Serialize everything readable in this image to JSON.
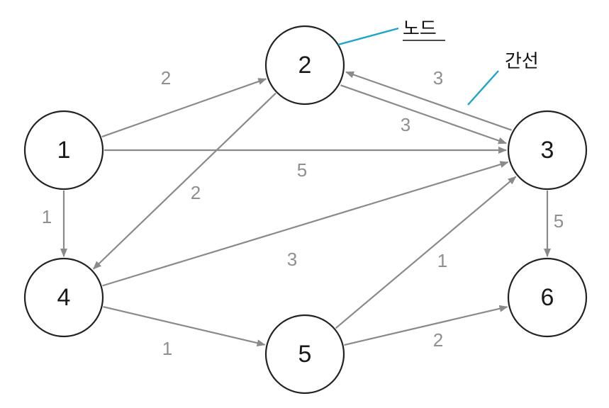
{
  "nodes": [
    {
      "id": "1",
      "label": "1"
    },
    {
      "id": "2",
      "label": "2"
    },
    {
      "id": "3",
      "label": "3"
    },
    {
      "id": "4",
      "label": "4"
    },
    {
      "id": "5",
      "label": "5"
    },
    {
      "id": "6",
      "label": "6"
    }
  ],
  "edges": [
    {
      "from": "1",
      "to": "2",
      "weight": "2"
    },
    {
      "from": "1",
      "to": "3",
      "weight": "5"
    },
    {
      "from": "1",
      "to": "4",
      "weight": "1"
    },
    {
      "from": "2",
      "to": "3",
      "weight": "3"
    },
    {
      "from": "3",
      "to": "2",
      "weight": "3"
    },
    {
      "from": "2",
      "to": "4",
      "weight": "2"
    },
    {
      "from": "4",
      "to": "3",
      "weight": "3"
    },
    {
      "from": "4",
      "to": "5",
      "weight": "1"
    },
    {
      "from": "5",
      "to": "3",
      "weight": "1"
    },
    {
      "from": "5",
      "to": "6",
      "weight": "2"
    },
    {
      "from": "3",
      "to": "6",
      "weight": "5"
    }
  ],
  "annotations": {
    "node_label": "노드",
    "edge_label": "간선"
  },
  "colors": {
    "edge": "#8a8a8a",
    "node_stroke": "#222222",
    "callout": "#1ea3c9",
    "weight_text": "#8f8f8f"
  }
}
